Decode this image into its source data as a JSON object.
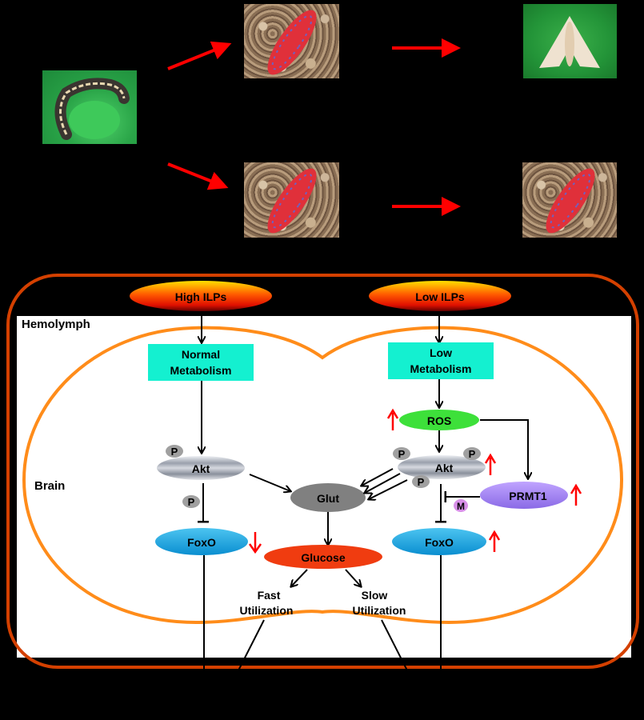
{
  "life_stages": {
    "larva": "larva-photo",
    "pupa_developing": "pupa-photo",
    "adult": "moth-photo",
    "pupa_diapause_1": "pupa-photo",
    "pupa_diapause_2": "pupa-photo"
  },
  "diagram": {
    "compartments": {
      "hemolymph": "Hemolymph",
      "brain": "Brain"
    },
    "left_pathway": {
      "ilps": "High ILPs",
      "metabolism_line1": "Normal",
      "metabolism_line2": "Metabolism",
      "akt": "Akt",
      "foxo": "FoxO",
      "phospho_akt": "P",
      "phospho_foxo": "P",
      "foxo_change": "down"
    },
    "right_pathway": {
      "ilps": "Low ILPs",
      "metabolism_line1": "Low",
      "metabolism_line2": "Metabolism",
      "ros": "ROS",
      "akt": "Akt",
      "prmt1": "PRMT1",
      "foxo": "FoxO",
      "phospho_1": "P",
      "phospho_2": "P",
      "phospho_3": "P",
      "methyl": "M",
      "ros_change": "up",
      "akt_change": "up",
      "prmt1_change": "up",
      "foxo_change": "up"
    },
    "center": {
      "glut": "Glut",
      "glucose": "Glucose",
      "fast_line1": "Fast",
      "fast_line2": "Utilization",
      "slow_line1": "Slow",
      "slow_line2": "Utilization"
    },
    "colors": {
      "outer_border": "#d44000",
      "brain_membrane": "#ff8c1a",
      "metabolism_box": "#14f0d0",
      "ros": "#3de03a",
      "akt": "#b8bcc6",
      "foxo": "#1aa8e0",
      "glut": "#808080",
      "glucose": "#f03c10",
      "prmt1": "#a07ef0",
      "phospho": "#a0a0a0",
      "methyl": "#d890e8",
      "change_arrow": "#ff0000"
    }
  }
}
